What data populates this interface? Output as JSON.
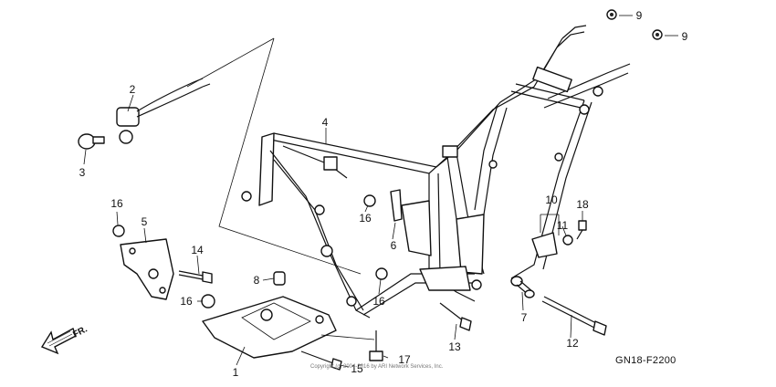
{
  "diagram_code": "GN18-F2200",
  "front_label": "FR.",
  "copyright": "Copyright (c) 2004-2016 by ARI Network Services, Inc.",
  "callouts": [
    {
      "id": "c1",
      "label": "1"
    },
    {
      "id": "c2",
      "label": "2"
    },
    {
      "id": "c3",
      "label": "3"
    },
    {
      "id": "c4",
      "label": "4"
    },
    {
      "id": "c5",
      "label": "5"
    },
    {
      "id": "c6",
      "label": "6"
    },
    {
      "id": "c7",
      "label": "7"
    },
    {
      "id": "c8",
      "label": "8"
    },
    {
      "id": "c9a",
      "label": "9"
    },
    {
      "id": "c9b",
      "label": "9"
    },
    {
      "id": "c10",
      "label": "10"
    },
    {
      "id": "c11",
      "label": "11"
    },
    {
      "id": "c12",
      "label": "12"
    },
    {
      "id": "c13",
      "label": "13"
    },
    {
      "id": "c14",
      "label": "14"
    },
    {
      "id": "c15",
      "label": "15"
    },
    {
      "id": "c16a",
      "label": "16"
    },
    {
      "id": "c16b",
      "label": "16"
    },
    {
      "id": "c16c",
      "label": "16"
    },
    {
      "id": "c16d",
      "label": "16"
    },
    {
      "id": "c17",
      "label": "17"
    },
    {
      "id": "c18",
      "label": "18"
    }
  ]
}
